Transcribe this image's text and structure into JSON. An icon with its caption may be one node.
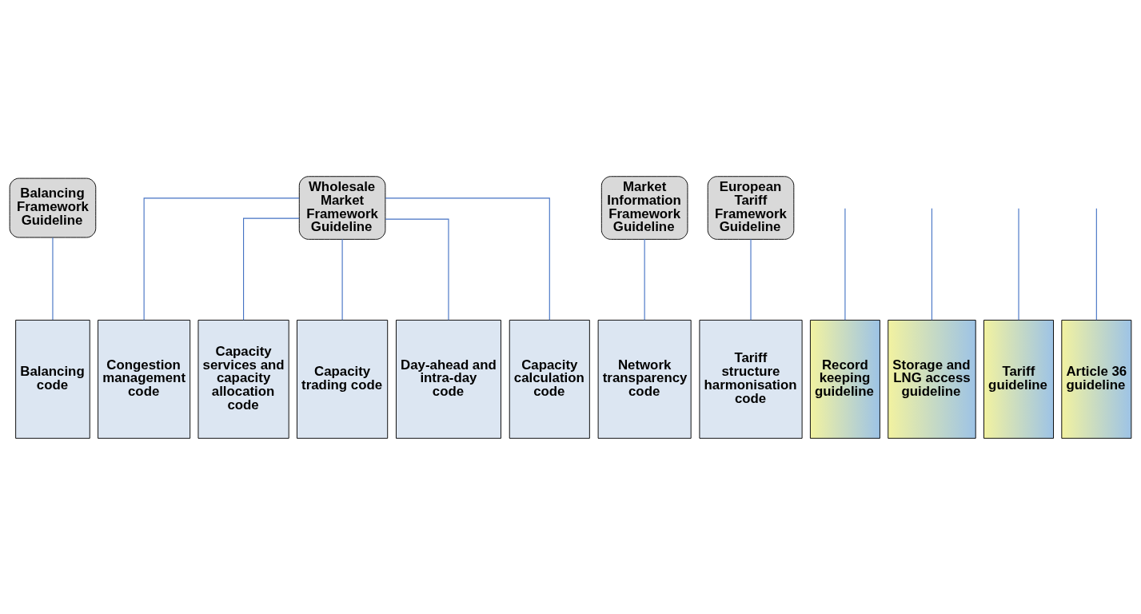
{
  "diagram": {
    "nodes": [
      {
        "text": [
          "Balancing Framework Guideline"
        ]
      },
      {
        "text": [
          "Wholesale Market Framework Guideline"
        ]
      },
      {
        "text": [
          "Market Information Framework Guideline"
        ]
      },
      {
        "text": [
          "European Tariff Framework Guideline"
        ]
      },
      {
        "text": [
          "Balancing code"
        ]
      },
      {
        "text": [
          "Congestion management code"
        ]
      },
      {
        "text": [
          "Capacity services and capacity allocation code"
        ]
      },
      {
        "text": [
          "Capacity trading code"
        ]
      },
      {
        "text": [
          "Day-ahead and intra-day code"
        ]
      },
      {
        "text": [
          "Capacity calculation code"
        ]
      },
      {
        "text": [
          "Network transparency code"
        ]
      },
      {
        "text": [
          "Record keeping guideline"
        ]
      },
      {
        "text": [
          "Storage and LNG access guideline"
        ]
      },
      {
        "text": [
          "Tariff structure harmonisation code"
        ]
      },
      {
        "text": [
          "Tariff guideline"
        ]
      },
      {
        "text": [
          "Article 36 guideline"
        ]
      }
    ],
    "edges": [
      {
        "from": 0,
        "to": 4,
        "arrow": "none"
      },
      {
        "from": 1,
        "to": 5,
        "arrow": "none"
      },
      {
        "from": 1,
        "to": 6,
        "arrow": "none"
      },
      {
        "from": 1,
        "to": 7,
        "arrow": "none"
      },
      {
        "from": 1,
        "to": 8,
        "arrow": "none"
      },
      {
        "from": 1,
        "to": 9,
        "arrow": "none"
      },
      {
        "from": 2,
        "to": 10,
        "arrow": "none"
      },
      {
        "from": null,
        "to": 11,
        "arrow": "none"
      },
      {
        "from": null,
        "to": 12,
        "arrow": "none"
      },
      {
        "from": 3,
        "to": 13,
        "arrow": "none"
      },
      {
        "from": null,
        "to": 14,
        "arrow": "none"
      },
      {
        "from": null,
        "to": 15,
        "arrow": "none"
      }
    ]
  }
}
